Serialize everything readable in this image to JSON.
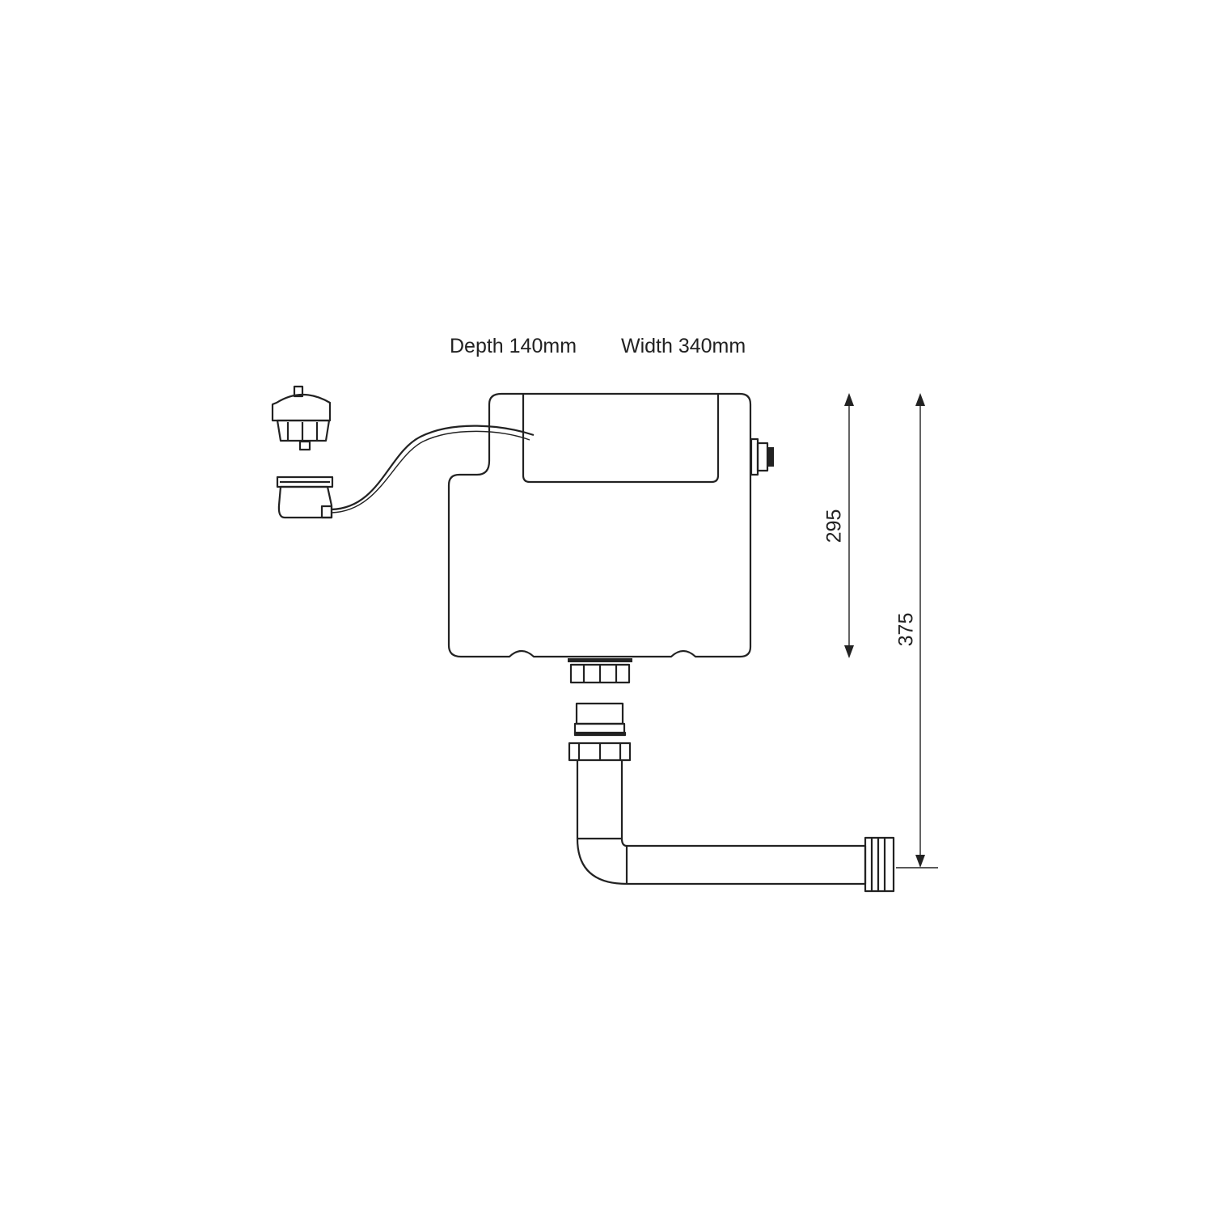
{
  "header": {
    "depth_label": "Depth 140mm",
    "width_label": "Width 340mm"
  },
  "dimensions": {
    "cistern_height": "295",
    "overall_height": "375"
  },
  "colors": {
    "line": "#222222",
    "background": "#ffffff"
  }
}
